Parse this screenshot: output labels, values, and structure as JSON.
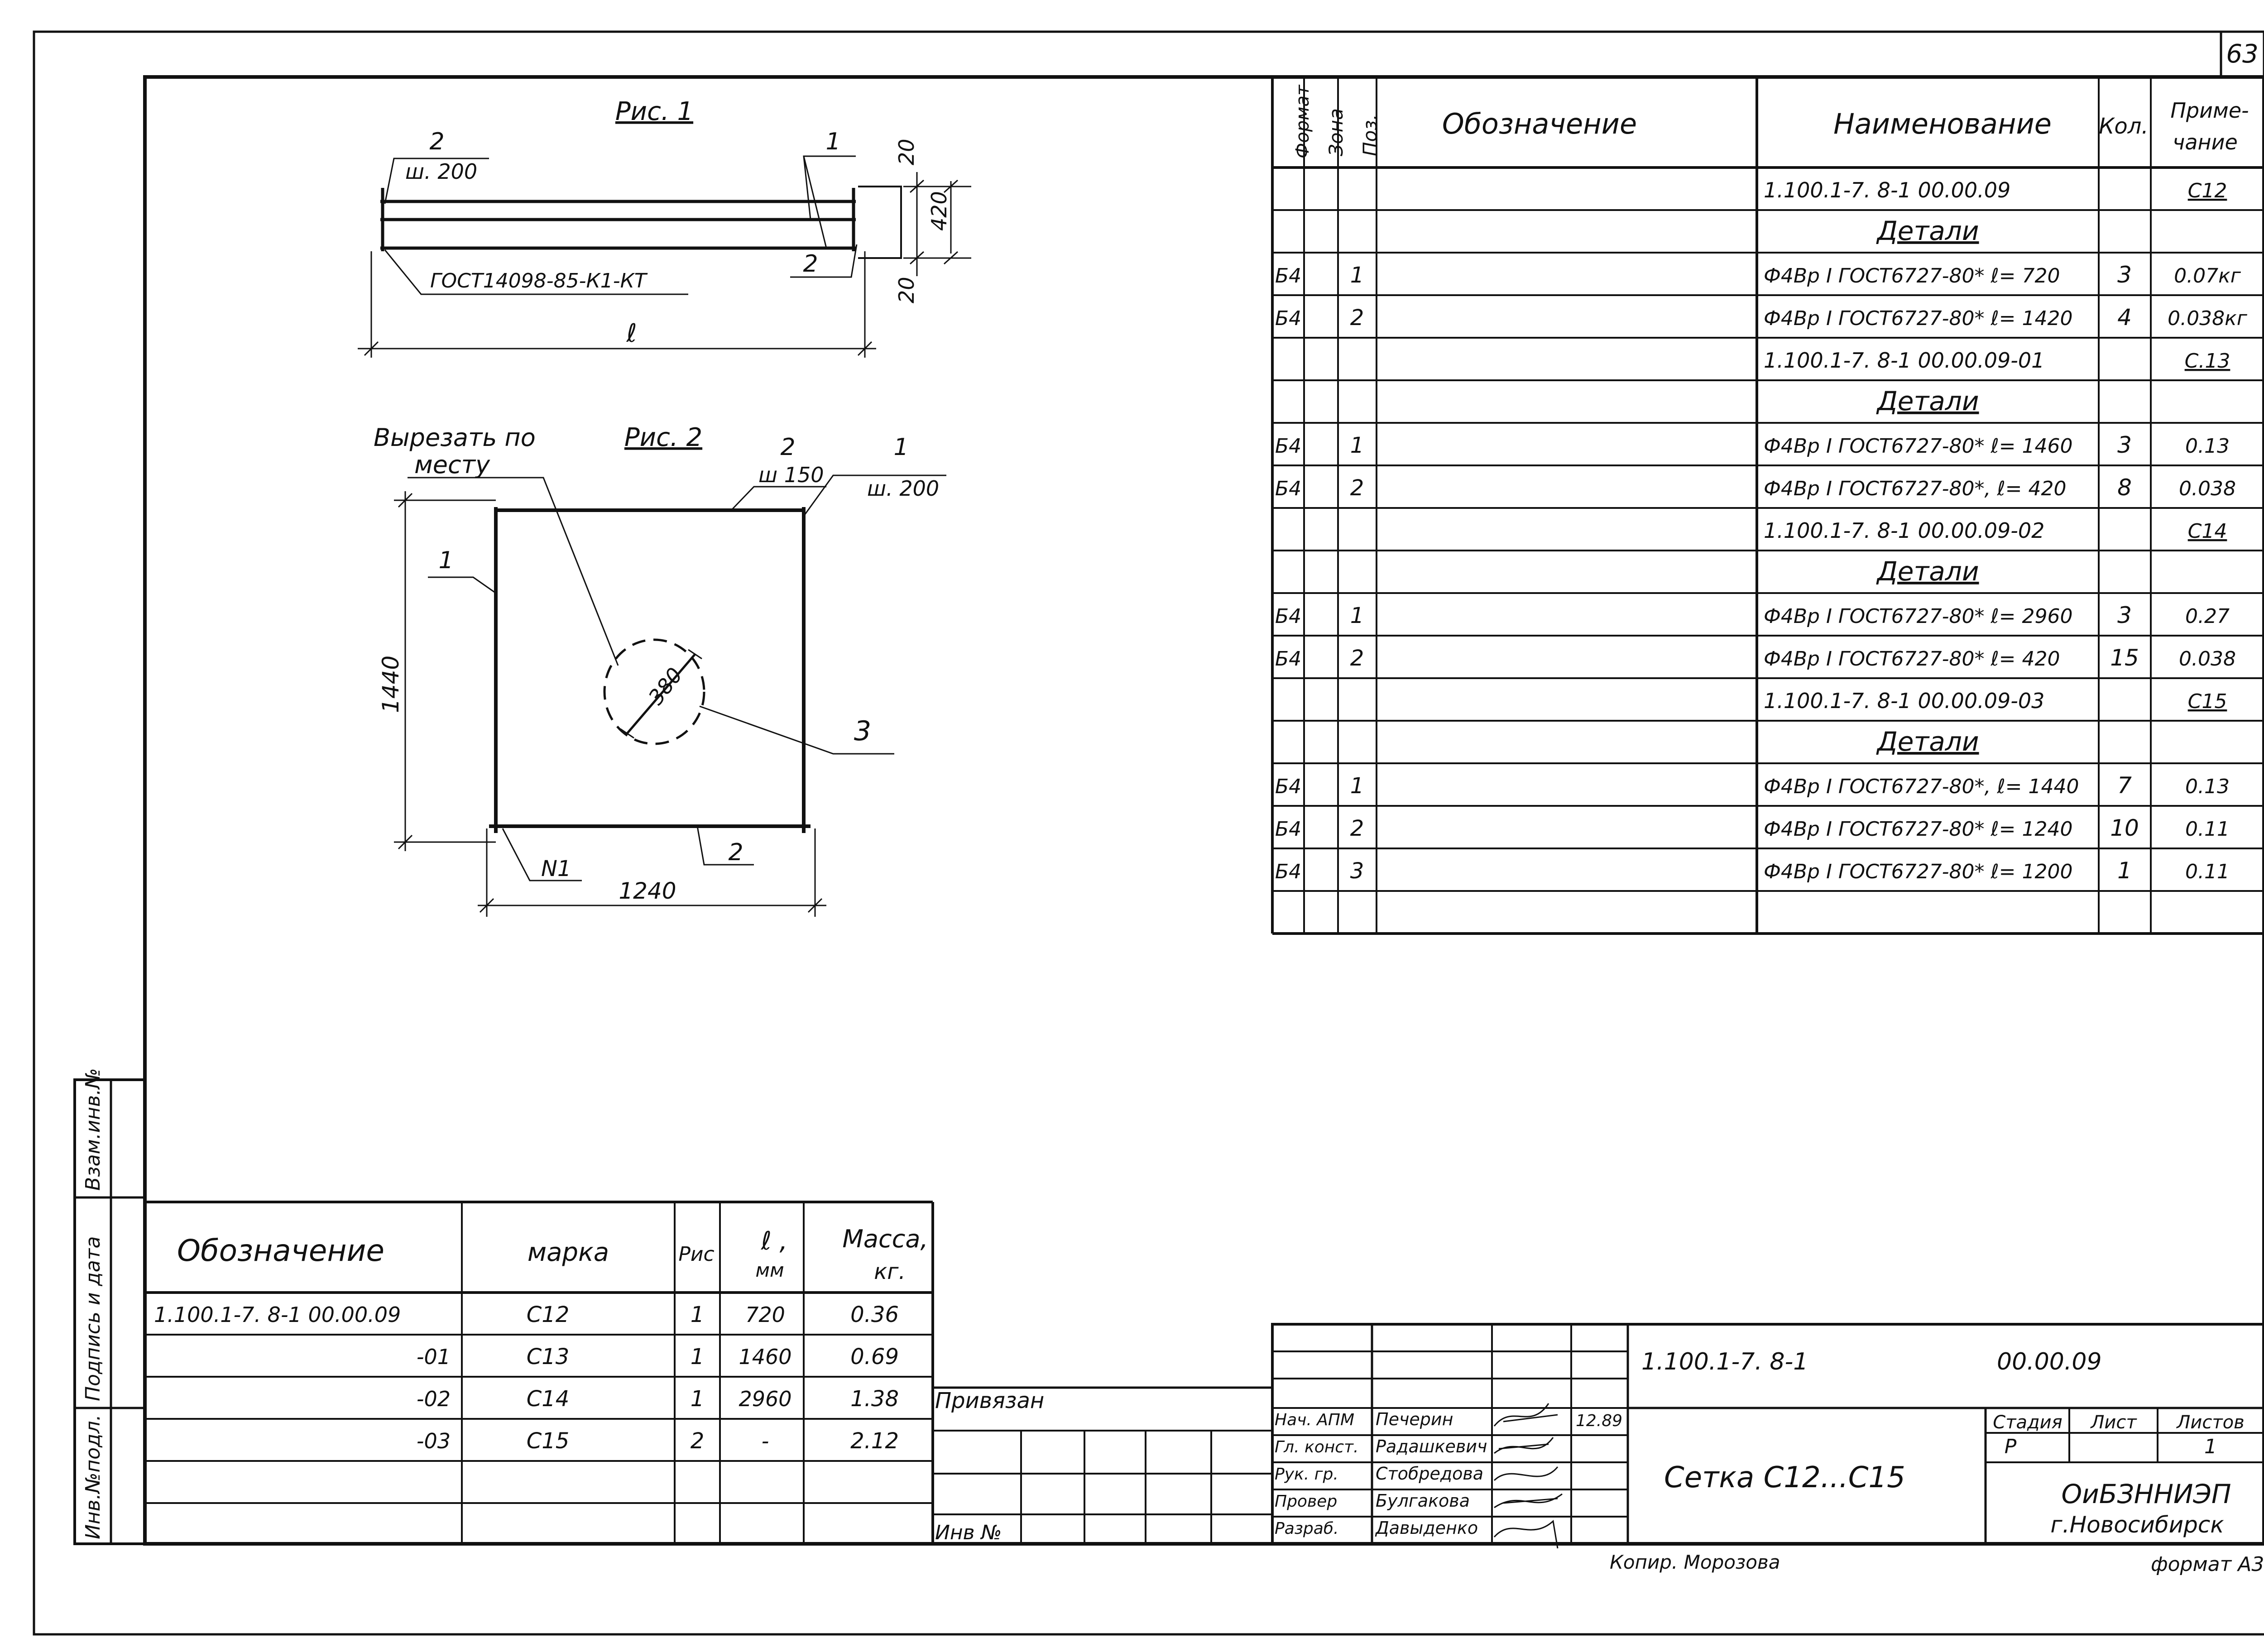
{
  "sheet": {
    "number": "63",
    "copied_by": "Копир. Морозова",
    "format": "формат А3"
  },
  "fig1": {
    "caption": "Рис. 1",
    "pos_2": "2",
    "pitch_200": "ш. 200",
    "pos_1": "1",
    "pos_2b": "2",
    "dim_20_top": "20",
    "dim_420": "420",
    "dim_20_bot": "20",
    "weld_note": "ГОСТ14098-85-К1-КТ",
    "length": "ℓ"
  },
  "fig2": {
    "cut_note_1": "Вырезать по",
    "cut_note_2": "месту",
    "caption": "Рис. 2",
    "pos_2": "2",
    "pitch_150": "ш 150",
    "pos_1": "1",
    "pitch_200": "ш. 200",
    "pos_1_left": "1",
    "height": "1440",
    "hole": "380",
    "pos_3": "3",
    "pos_2_bottom": "2",
    "weld_n1": "N1",
    "width": "1240"
  },
  "spec": {
    "headers": {
      "format": "Формат",
      "zone": "Зона",
      "pos": "Поз.",
      "designation": "Обозначение",
      "name": "Наименование",
      "qty": "Кол.",
      "note_1": "Приме-",
      "note_2": "чание"
    },
    "rows": [
      {
        "format": "",
        "pos": "",
        "name": "1.100.1-7. 8-1  00.00.09",
        "qty": "",
        "note": "С12",
        "kind": "doc"
      },
      {
        "format": "",
        "pos": "",
        "name": "Детали",
        "qty": "",
        "note": "",
        "kind": "section"
      },
      {
        "format": "Б4",
        "pos": "1",
        "name": "Ф4Вр I  ГОСТ6727-80* ℓ= 720",
        "qty": "3",
        "note": "0.07кг",
        "kind": "item"
      },
      {
        "format": "Б4",
        "pos": "2",
        "name": "Ф4Вр I  ГОСТ6727-80* ℓ= 1420",
        "qty": "4",
        "note": "0.038кг",
        "kind": "item"
      },
      {
        "format": "",
        "pos": "",
        "name": "1.100.1-7. 8-1   00.00.09-01",
        "qty": "",
        "note": "С.13",
        "kind": "doc"
      },
      {
        "format": "",
        "pos": "",
        "name": "Детали",
        "qty": "",
        "note": "",
        "kind": "section"
      },
      {
        "format": "Б4",
        "pos": "1",
        "name": "Ф4Вр I ГОСТ6727-80* ℓ= 1460",
        "qty": "3",
        "note": "0.13",
        "kind": "item"
      },
      {
        "format": "Б4",
        "pos": "2",
        "name": "Ф4Вр I ГОСТ6727-80*, ℓ= 420",
        "qty": "8",
        "note": "0.038",
        "kind": "item"
      },
      {
        "format": "",
        "pos": "",
        "name": "1.100.1-7. 8-1  00.00.09-02",
        "qty": "",
        "note": "С14",
        "kind": "doc"
      },
      {
        "format": "",
        "pos": "",
        "name": "Детали",
        "qty": "",
        "note": "",
        "kind": "section"
      },
      {
        "format": "Б4",
        "pos": "1",
        "name": "Ф4Вр I ГОСТ6727-80* ℓ= 2960",
        "qty": "3",
        "note": "0.27",
        "kind": "item"
      },
      {
        "format": "Б4",
        "pos": "2",
        "name": "Ф4Вр I ГОСТ6727-80* ℓ= 420",
        "qty": "15",
        "note": "0.038",
        "kind": "item"
      },
      {
        "format": "",
        "pos": "",
        "name": "1.100.1-7. 8-1   00.00.09-03",
        "qty": "",
        "note": "С15",
        "kind": "doc"
      },
      {
        "format": "",
        "pos": "",
        "name": "Детали",
        "qty": "",
        "note": "",
        "kind": "section"
      },
      {
        "format": "Б4",
        "pos": "1",
        "name": "Ф4Вр I ГОСТ6727-80*, ℓ= 1440",
        "qty": "7",
        "note": "0.13",
        "kind": "item"
      },
      {
        "format": "Б4",
        "pos": "2",
        "name": "Ф4Вр I ГОСТ6727-80* ℓ= 1240",
        "qty": "10",
        "note": "0.11",
        "kind": "item"
      },
      {
        "format": "Б4",
        "pos": "3",
        "name": "Ф4Вр I ГОСТ6727-80* ℓ= 1200",
        "qty": "1",
        "note": "0.11",
        "kind": "item"
      },
      {
        "format": "",
        "pos": "",
        "name": "",
        "qty": "",
        "note": "",
        "kind": "blank"
      }
    ]
  },
  "marks": {
    "headers": {
      "designation": "Обозначение",
      "mark": "марка",
      "fig": "Рис",
      "length_1": "ℓ ,",
      "length_2": "мм",
      "mass_1": "Масса,",
      "mass_2": "кг."
    },
    "rows": [
      {
        "designation": "1.100.1-7. 8-1  00.00.09",
        "mark": "С12",
        "fig": "1",
        "length": "720",
        "mass": "0.36"
      },
      {
        "designation": "-01",
        "mark": "С13",
        "fig": "1",
        "length": "1460",
        "mass": "0.69"
      },
      {
        "designation": "-02",
        "mark": "С14",
        "fig": "1",
        "length": "2960",
        "mass": "1.38"
      },
      {
        "designation": "-03",
        "mark": "С15",
        "fig": "2",
        "length": "-",
        "mass": "2.12"
      },
      {
        "designation": "",
        "mark": "",
        "fig": "",
        "length": "",
        "mass": ""
      },
      {
        "designation": "",
        "mark": "",
        "fig": "",
        "length": "",
        "mass": ""
      }
    ]
  },
  "side_strip": {
    "inv_orig": "Инв.№подл.",
    "sign_date": "Подпись и дата",
    "inv_replace": "Взам.инв.№"
  },
  "binding": {
    "attached": "Привязан",
    "inv_no": "Инв № "
  },
  "title_block": {
    "code": "1.100.1-7. 8-1",
    "doc": "00.00.09",
    "product": "Сетка  С12...С15",
    "stage_h": "Стадия",
    "sheet_h": "Лист",
    "sheets_h": "Листов",
    "stage": "Р",
    "sheet": "",
    "sheets": "1",
    "org_1": "ОиБЗННИЭП",
    "org_2": "г.Новосибирск",
    "date": "12.89",
    "signers": [
      {
        "role": "Нач. АПМ",
        "name": "Печерин"
      },
      {
        "role": "Гл. конст.",
        "name": "Радашкевич"
      },
      {
        "role": "Рук. гр.",
        "name": "Стобредова"
      },
      {
        "role": "Провер",
        "name": "Булгакова"
      },
      {
        "role": "Разраб.",
        "name": "Давыденко"
      }
    ]
  }
}
